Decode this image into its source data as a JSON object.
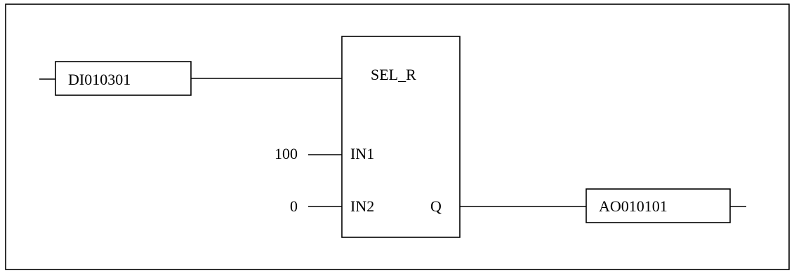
{
  "block": {
    "name": "SEL_R",
    "inputs": {
      "in1_label": "IN1",
      "in2_label": "IN2"
    },
    "output_label": "Q"
  },
  "input_variable": "DI010301",
  "output_variable": "AO010101",
  "constants": {
    "in1_value": "100",
    "in2_value": "0"
  }
}
